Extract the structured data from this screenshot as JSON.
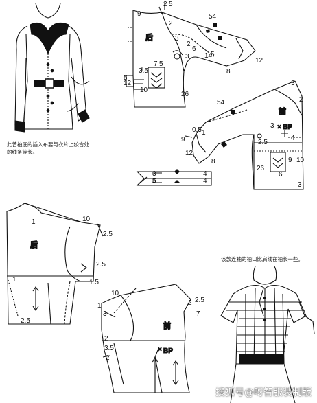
{
  "captions": {
    "top_left": [
      "此曾袖底的插入布要与衣片上绞合处",
      "的线条等长。"
    ],
    "bottom_right": "该款连袖的袖口比肩线在袖长一些。"
  },
  "watermark": "搜狐号@呀智服装制版",
  "labels": {
    "back": "后",
    "front": "前",
    "bp": "BP"
  },
  "panel1": [
    "2",
    "5",
    "9",
    "2",
    "54",
    "3",
    "2",
    "3",
    "6",
    "5",
    "14",
    "8",
    "12",
    "7",
    "5",
    "3.5",
    "1",
    "5",
    "12",
    "10",
    "26"
  ],
  "panel2": [
    "3",
    "2",
    "54",
    "3",
    "0.5",
    "1",
    "9",
    "2.5",
    "12",
    "8",
    "4",
    "6",
    "9",
    "10",
    "26",
    "3"
  ],
  "panel3": [
    "3",
    "5",
    "4",
    "5",
    "4"
  ],
  "panel4": [
    "1",
    "10",
    "2.5",
    "2.5",
    "1",
    "1.5",
    "2.5"
  ],
  "panel5": [
    "10",
    "1",
    "3",
    "2",
    "2.5",
    "2",
    "7",
    "3.5",
    "2"
  ]
}
